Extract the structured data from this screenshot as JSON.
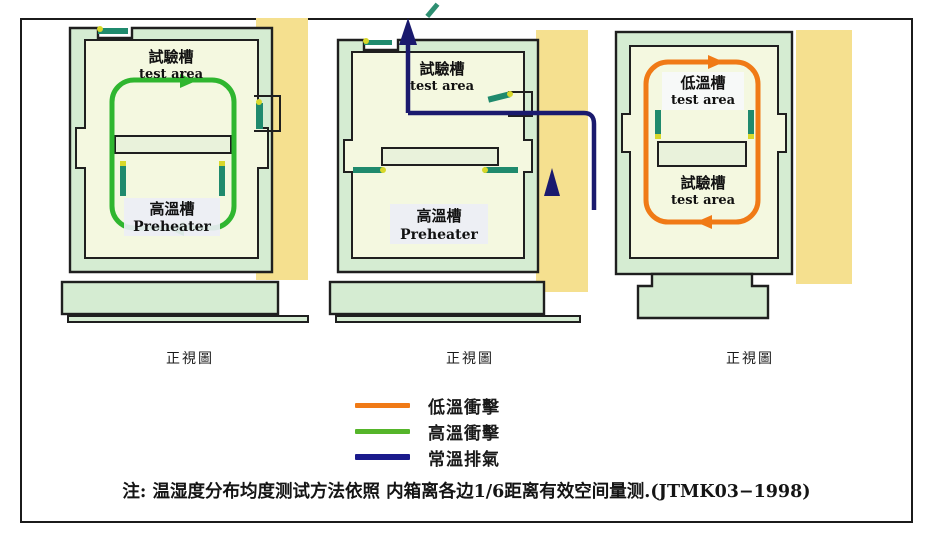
{
  "diagram": {
    "title_note": "注: 温湿度分布均度测试方法依照 内箱离各边1/6距离有效空间量测.(JTMK03−1998)",
    "panels": [
      {
        "id": "panel-high-temp-shock",
        "caption": "正視圖",
        "upper_label_cn": "試驗槽",
        "upper_label_en": "test  area",
        "lower_label_cn": "高溫槽",
        "lower_label_en": "Preheater",
        "loop_color": "#2fb62f",
        "loop_type": "green-circulation-loop"
      },
      {
        "id": "panel-ambient-exhaust",
        "caption": "正視圖",
        "upper_label_cn": "試驗槽",
        "upper_label_en": "test  area",
        "lower_label_cn": "高溫槽",
        "lower_label_en": "Preheater",
        "loop_color": "#1a1a6e",
        "loop_type": "navy-exhaust-path"
      },
      {
        "id": "panel-low-temp-shock",
        "caption": "正視圖",
        "upper_label_cn": "低溫槽",
        "upper_label_en": "test  area",
        "lower_label_cn": "試驗槽",
        "lower_label_en": "test  area",
        "loop_color": "#f07a16",
        "loop_type": "orange-circulation-loop"
      }
    ],
    "legend": {
      "items": [
        {
          "label": "低溫衝擊",
          "color": "#f07a16",
          "name": "low-temperature-shock"
        },
        {
          "label": "高溫衝擊",
          "color": "#55b52a",
          "name": "high-temperature-shock"
        },
        {
          "label": "常溫排氣",
          "color": "#1a1a8c",
          "name": "ambient-exhaust"
        }
      ]
    },
    "colors": {
      "cabinet_outer": "#d5ecd2",
      "cabinet_inner": "#f4f8e0",
      "yellow_panel": "#f5e08f",
      "outline": "#1f1f1f",
      "vent_teal": "#1f8a6d",
      "vent_dot": "#d8d82a",
      "label_box": "#eceef5"
    }
  }
}
